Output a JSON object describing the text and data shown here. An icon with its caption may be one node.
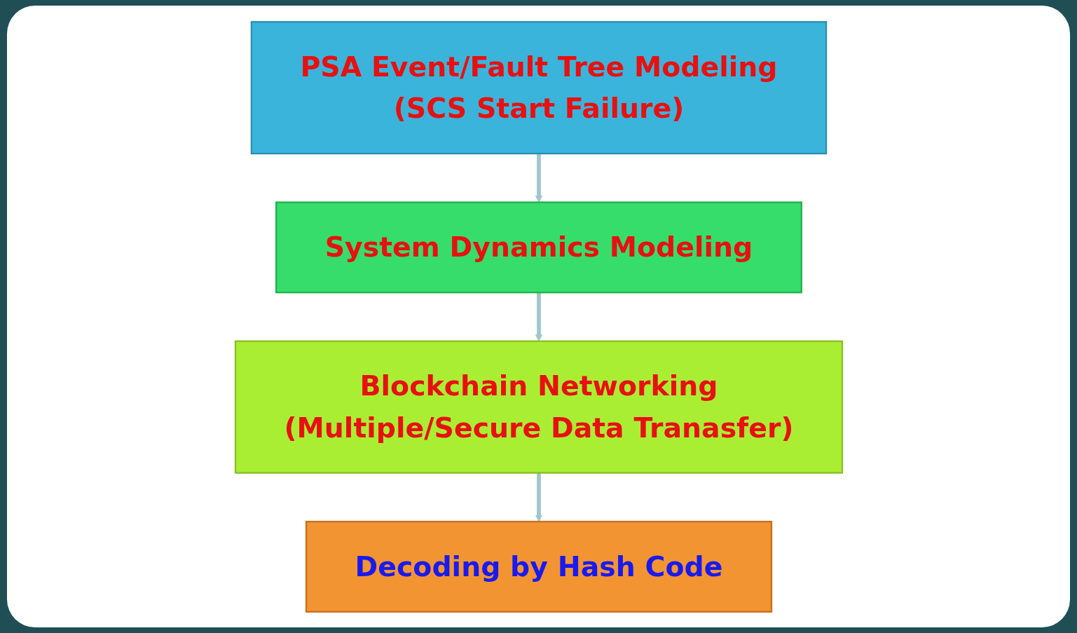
{
  "diagram": {
    "nodes": [
      {
        "text": [
          "PSA Event/Fault Tree Modeling",
          "(SCS Start Failure)"
        ]
      },
      {
        "text": [
          "System Dynamics Modeling"
        ]
      },
      {
        "text": [
          "Blockchain Networking",
          "(Multiple/Secure Data Tranasfer)"
        ]
      },
      {
        "text": [
          "Decoding by Hash Code"
        ]
      }
    ],
    "edges": [
      {
        "from": 0,
        "to": 1,
        "arrow": "to"
      },
      {
        "from": 1,
        "to": 2,
        "arrow": "to"
      },
      {
        "from": 2,
        "to": 3,
        "arrow": "to"
      }
    ]
  }
}
